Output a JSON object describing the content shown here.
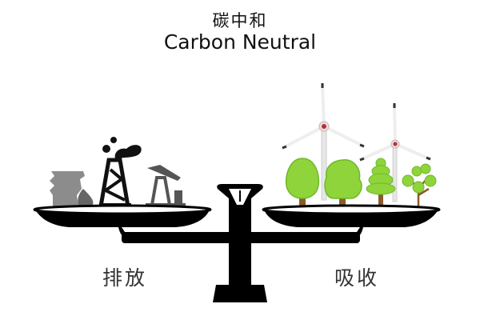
{
  "header": {
    "title_cn": "碳中和",
    "title_en": "Carbon Neutral"
  },
  "scale": {
    "left_pan": {
      "label": "排放",
      "items": [
        "coal-pile-icon",
        "oil-drop-icon",
        "oil-derrick-icon",
        "pumpjack-icon"
      ]
    },
    "right_pan": {
      "label": "吸收",
      "items": [
        "wind-turbine-icon",
        "wind-turbine-icon",
        "tree-icon",
        "tree-icon",
        "pine-tree-icon",
        "sapling-icon"
      ]
    }
  },
  "colors": {
    "scale": "#000000",
    "leaf": "#8fd43a",
    "leaf_dark": "#6fb82a",
    "trunk": "#8a5a2b",
    "fossil_gray": "#7a7a7a",
    "turbine_hub": "#b0303a"
  }
}
